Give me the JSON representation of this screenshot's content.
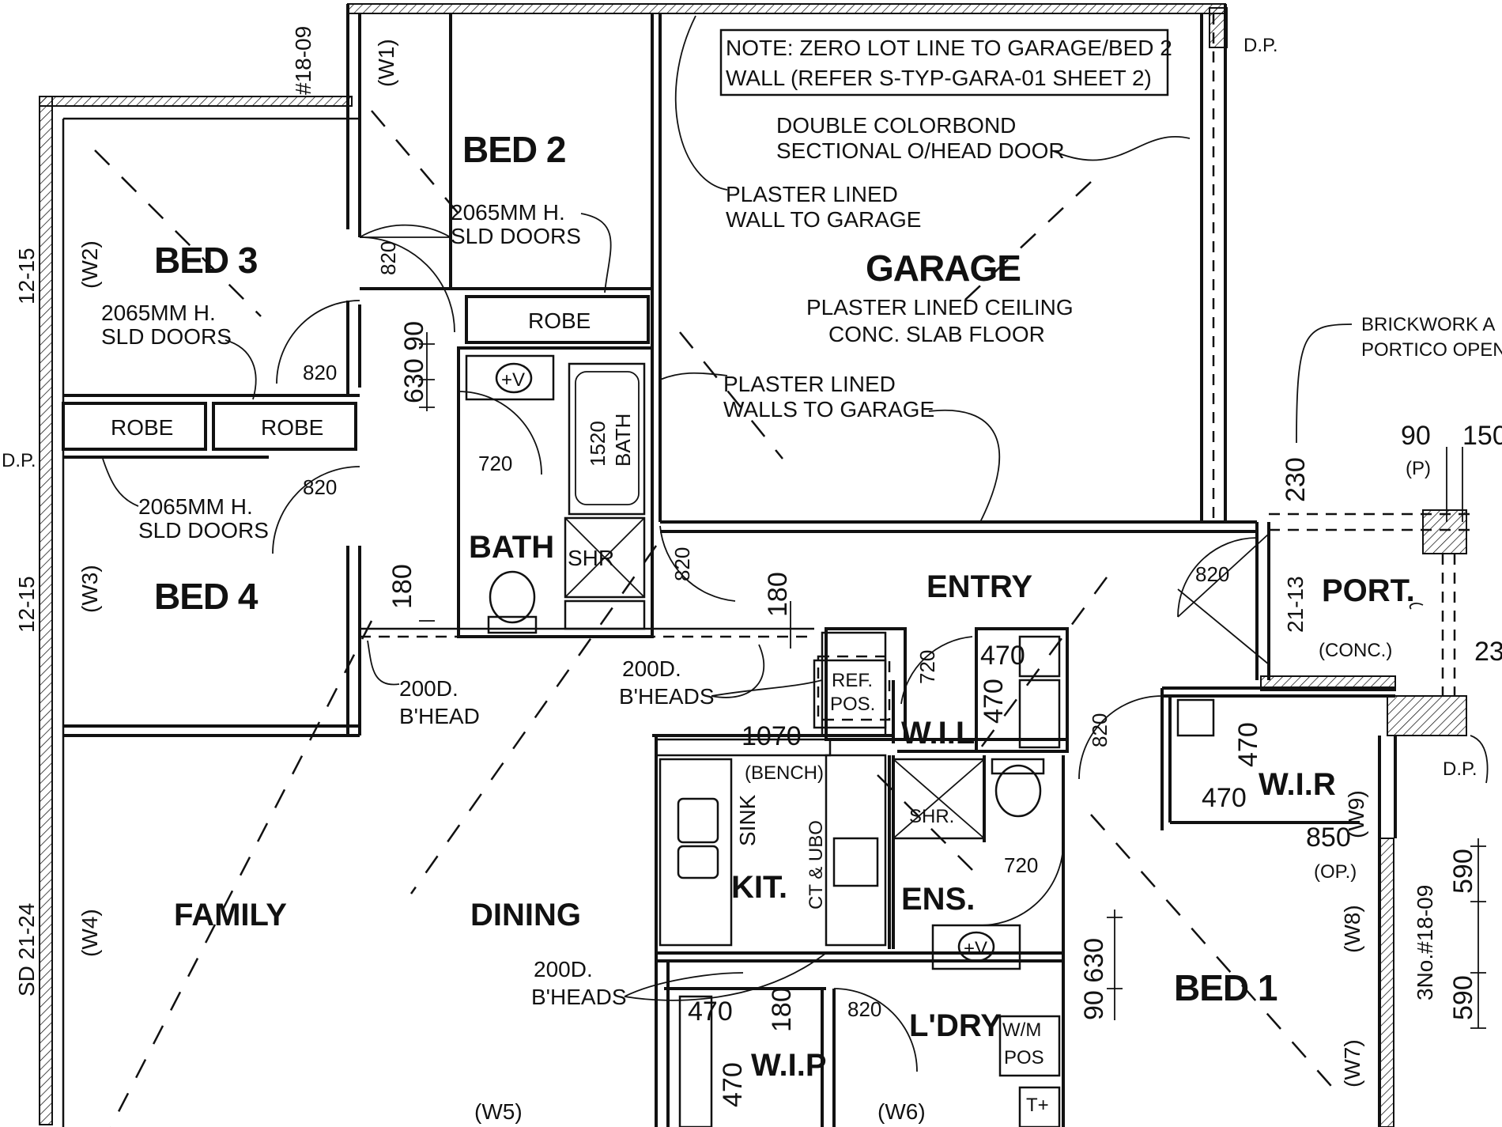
{
  "rooms": {
    "bed2": "BED 2",
    "bed3": "BED 3",
    "bed4": "BED 4",
    "bed1": "BED 1",
    "garage": "GARAGE",
    "entry": "ENTRY",
    "bath": "BATH",
    "shr": "SHR",
    "shr2": "SHR.",
    "family": "FAMILY",
    "dining": "DINING",
    "kit": "KIT.",
    "ens": "ENS.",
    "ldry": "L'DRY",
    "wil": "W.I.L",
    "wip": "W.I.P",
    "wir": "W.I.R",
    "port": "PORT.",
    "robe_bed2": "ROBE",
    "robe_bed3": "ROBE",
    "robe_bed4": "ROBE"
  },
  "notes": {
    "zero_lot_1": "NOTE: ZERO LOT LINE TO GARAGE/BED 2",
    "zero_lot_2": "WALL (REFER S-TYP-GARA-01 SHEET 2)",
    "colorbond_1": "DOUBLE COLORBOND",
    "colorbond_2": "SECTIONAL O/HEAD DOOR",
    "plaster_wall_1": "PLASTER LINED",
    "plaster_wall_2": "WALL TO GARAGE",
    "garage_ceiling": "PLASTER LINED CEILING",
    "garage_floor": "CONC. SLAB FLOOR",
    "plaster_walls_1": "PLASTER LINED",
    "plaster_walls_2": "WALLS TO GARAGE",
    "brick_1": "BRICKWORK A",
    "brick_2": "PORTICO OPEN",
    "sld_bed2_1": "2065MM H.",
    "sld_bed2_2": "SLD DOORS",
    "sld_bed3_1": "2065MM H.",
    "sld_bed3_2": "SLD DOORS",
    "sld_bed4_1": "2065MM H.",
    "sld_bed4_2": "SLD DOORS",
    "bhead_1a": "200D.",
    "bhead_1b": "B'HEAD",
    "bhead_2a": "200D.",
    "bhead_2b": "B'HEADS",
    "bhead_3a": "200D.",
    "bhead_3b": "B'HEADS",
    "ref_1": "REF.",
    "ref_2": "POS.",
    "bench": "(BENCH)",
    "sink": "SINK",
    "ct_ubo": "CT & UBO",
    "wm_1": "W/M",
    "wm_2": "POS",
    "conc": "(CONC.)",
    "op": "(OP.)",
    "dp_1": "D.P.",
    "dp_2": "D.P.",
    "dp_3": "D.P.",
    "t_plus": "T+",
    "plus_v": "+V"
  },
  "windows": {
    "w1": "(W1)",
    "w2": "(W2)",
    "w3": "(W3)",
    "w4": "(W4)",
    "w5": "(W5)",
    "w6": "(W6)",
    "w7": "(W7)",
    "w8": "(W8)",
    "w9": "(W9)"
  },
  "window_sizes": {
    "w1": "#18-09",
    "w2": "12-15",
    "w3": "12-15",
    "w4": "SD 21-24",
    "port": "21-13",
    "w8": "3No.#18-09"
  },
  "dims": {
    "d820_bed2": "820",
    "d820_bed3": "820",
    "d820_bed4": "820",
    "d630_90": "630 90",
    "d720_bath": "720",
    "d1520": "1520",
    "bath_in": "BATH",
    "d820_garage": "820",
    "d180_a": "180",
    "d180_b": "180",
    "d180_c": "180",
    "d820_entry": "820",
    "d230_a": "230",
    "d230_b": "23",
    "d90": "90",
    "d150": "150",
    "p": "(P)",
    "d720_wil": "720",
    "d470_a": "470",
    "d470_b": "470",
    "d820_bed1": "820",
    "d1070": "1070",
    "d470_wir_a": "470",
    "d470_wir_b": "470",
    "d850": "850",
    "d590_a": "590",
    "d590_b": "590",
    "d720_ens": "720",
    "d90_630": "90 630",
    "d470_wip_a": "470",
    "d470_wip_b": "470",
    "d820_ldry": "820"
  }
}
